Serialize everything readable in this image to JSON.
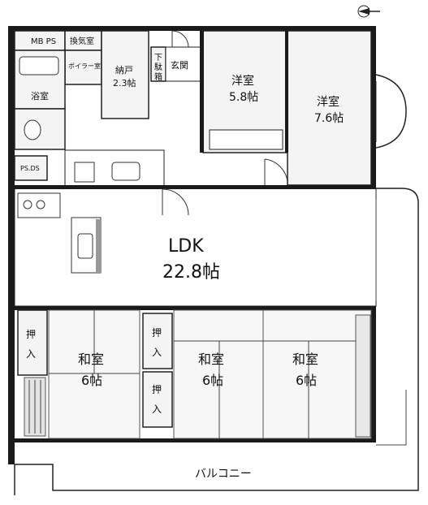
{
  "labels": {
    "mbps": "MB PS",
    "kanki": "換気室",
    "boiler": "ボイラー室",
    "bath": "浴室",
    "nando": "納戸",
    "nando_size": "2.3帖",
    "shoes_1": "下",
    "shoes_2": "駄",
    "shoes_3": "箱",
    "entrance": "玄関",
    "western1": "洋室",
    "western1_size": "5.8帖",
    "western2": "洋室",
    "western2_size": "7.6帖",
    "psds": "PS.DS",
    "ldk": "LDK",
    "ldk_size": "22.8帖",
    "oshi1_a": "押",
    "oshi1_b": "入",
    "oshi2_a": "押",
    "oshi2_b": "入",
    "oshi3_a": "押",
    "oshi3_b": "入",
    "washitsu1": "和室",
    "washitsu1_size": "6帖",
    "washitsu2": "和室",
    "washitsu2_size": "6帖",
    "washitsu3": "和室",
    "washitsu3_size": "6帖",
    "balcony": "バルコニー"
  },
  "icons": {
    "north": "north-arrow-icon"
  }
}
